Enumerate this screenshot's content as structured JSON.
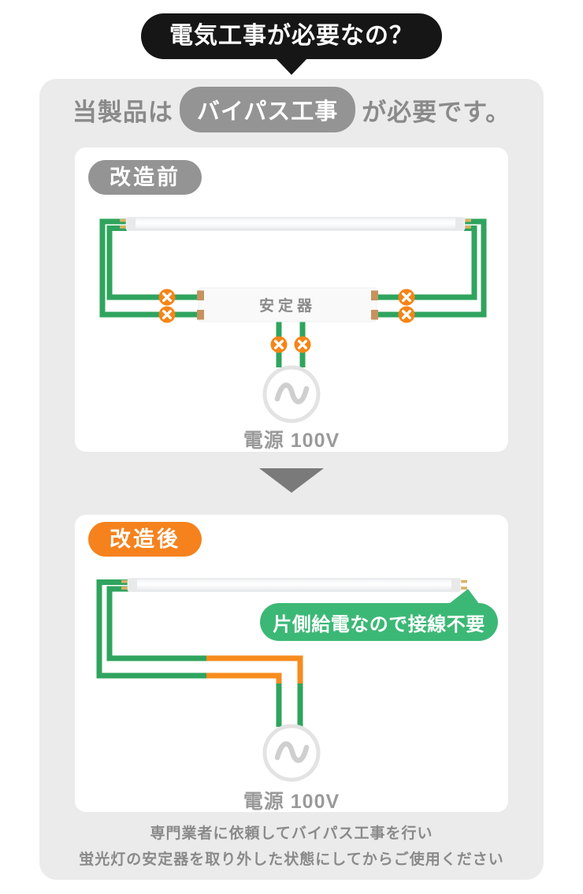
{
  "banner": {
    "question": "電気工事が必要なの？"
  },
  "headline": {
    "prefix": "当製品は",
    "highlight": "バイパス工事",
    "suffix": "が必要です。"
  },
  "before_card": {
    "badge": "改造前",
    "ballast_label": "安定器",
    "power_label": "電源 100V"
  },
  "after_card": {
    "badge": "改造後",
    "callout": "片側給電なので接線不要",
    "power_label": "電源 100V"
  },
  "footer": {
    "line1": "専門業者に依頼してバイパス工事を行い",
    "line2": "蛍光灯の安定器を取り外した状態にしてからご使用ください"
  },
  "icons": {
    "power_source": "sine-wave-icon",
    "cut_mark": "x-mark-icon",
    "flow": "arrow-down-icon",
    "banner_tail": "speech-pointer-icon"
  },
  "colors": {
    "background_panel": "#ebebeb",
    "badge_black": "#161616",
    "gray_text": "#8a8a8a",
    "gray_pill": "#949494",
    "orange": "#f5821d",
    "wire_green": "#2fa45e",
    "wire_orange": "#f78c1e",
    "callout_green": "#3cb876",
    "cut_mark_orange": "#f68517"
  }
}
